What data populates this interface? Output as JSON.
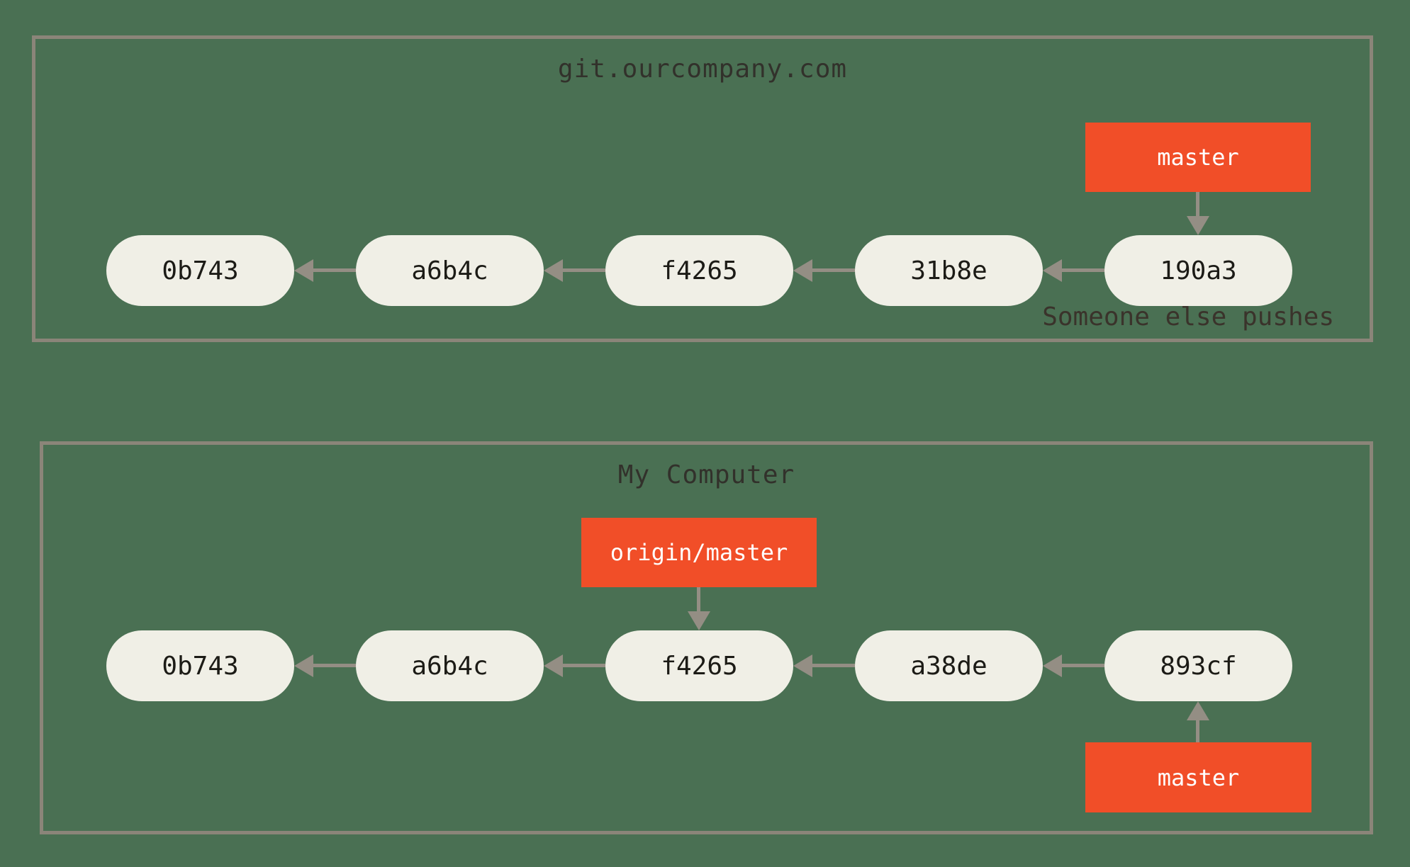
{
  "colors": {
    "background": "#4a7053",
    "box_border": "#8b8579",
    "node_fill": "#f0efe6",
    "node_text": "#1c1b16",
    "branch_fill": "#f14e28",
    "branch_text": "#ffffff",
    "arrow": "#948e84",
    "title_text": "#32312b",
    "annotation_text": "#3a332b"
  },
  "server": {
    "title": "git.ourcompany.com",
    "commits": [
      "0b743",
      "a6b4c",
      "f4265",
      "31b8e",
      "190a3"
    ],
    "branch_label": "master",
    "branch_points_to": "190a3",
    "annotation": "Someone else pushes"
  },
  "local": {
    "title": "My Computer",
    "commits": [
      "0b743",
      "a6b4c",
      "f4265",
      "a38de",
      "893cf"
    ],
    "remote_branch_label": "origin/master",
    "remote_branch_points_to": "f4265",
    "branch_label": "master",
    "branch_points_to": "893cf"
  }
}
